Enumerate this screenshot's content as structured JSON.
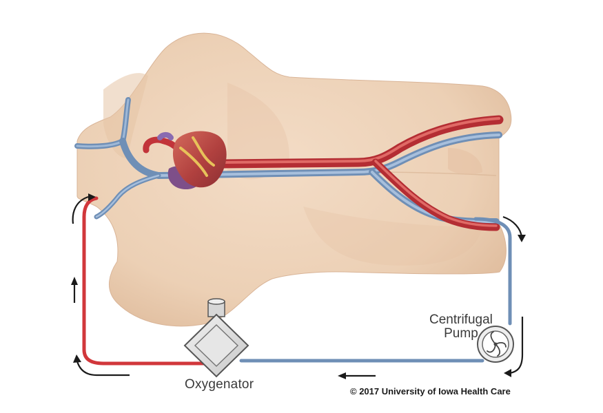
{
  "labels": {
    "oxygenator": "Oxygenator",
    "pump_line1": "Centrifugal",
    "pump_line2": "Pump",
    "copyright": "© 2017 University of Iowa Health Care"
  },
  "colors": {
    "background": "#ffffff",
    "skin": "#efd3bb",
    "skin_shadow": "#d9b497",
    "artery_red": "#c8353a",
    "vein_blue": "#7f9fc3",
    "tubing_red": "#d1373b",
    "tubing_blue": "#6f8fb6",
    "arrow": "#1a1a1a",
    "heart": "#b5474a"
  },
  "icons": {
    "oxygenator": "oxygenator-device-icon",
    "pump": "centrifugal-pump-icon",
    "heart": "heart-icon"
  }
}
